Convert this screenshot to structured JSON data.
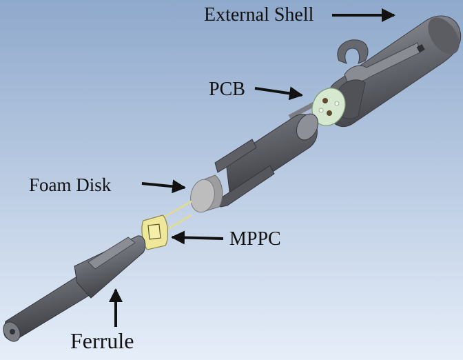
{
  "labels": {
    "external_shell": "External Shell",
    "pcb": "PCB",
    "foam_disk": "Foam Disk",
    "mppc": "MPPC",
    "ferrule": "Ferrule"
  },
  "colors": {
    "background_top": "#8fa9cc",
    "background_bottom": "#e6eef9",
    "part_gray": "#6e7077",
    "pcb_green": "#d6e8cf",
    "mppc_yellow": "#efe79a",
    "foam_gray": "#b9b9b9",
    "arrow": "#111111"
  }
}
